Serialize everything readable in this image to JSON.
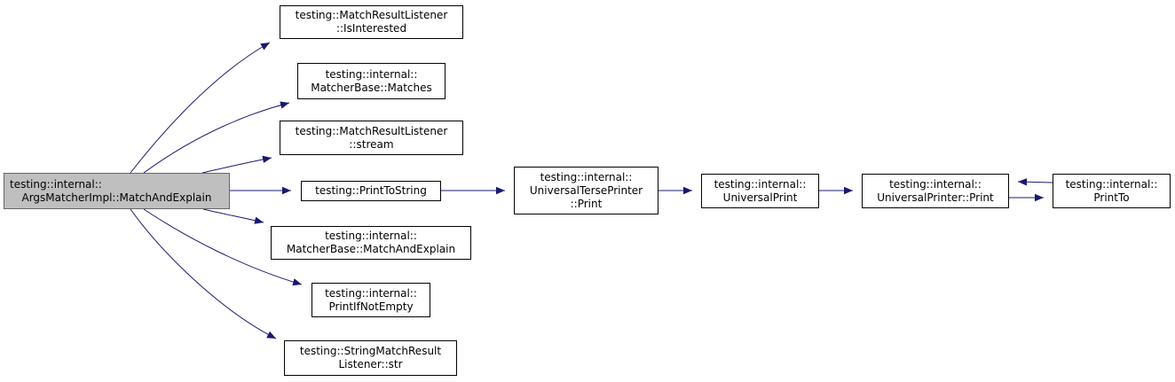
{
  "colors": {
    "edge": "#191970",
    "node_border": "#000000",
    "root_fill": "#bfbfbf"
  },
  "nodes": [
    {
      "id": "root",
      "lines": [
        "testing::internal::",
        "ArgsMatcherImpl::MatchAndExplain"
      ],
      "is_root": true
    },
    {
      "id": "is-interested",
      "lines": [
        "testing::MatchResultListener",
        "::IsInterested"
      ]
    },
    {
      "id": "matches",
      "lines": [
        "testing::internal::",
        "MatcherBase::Matches"
      ]
    },
    {
      "id": "stream",
      "lines": [
        "testing::MatchResultListener",
        "::stream"
      ]
    },
    {
      "id": "print-to-string",
      "lines": [
        "testing::PrintToString"
      ]
    },
    {
      "id": "match-and-explain",
      "lines": [
        "testing::internal::",
        "MatcherBase::MatchAndExplain"
      ]
    },
    {
      "id": "print-if-not-empty",
      "lines": [
        "testing::internal::",
        "PrintIfNotEmpty"
      ]
    },
    {
      "id": "str",
      "lines": [
        "testing::StringMatchResult",
        "Listener::str"
      ]
    },
    {
      "id": "universal-terse-printer-print",
      "lines": [
        "testing::internal::",
        "UniversalTersePrinter",
        "::Print"
      ]
    },
    {
      "id": "universal-print",
      "lines": [
        "testing::internal::",
        "UniversalPrint"
      ]
    },
    {
      "id": "universal-printer-print",
      "lines": [
        "testing::internal::",
        "UniversalPrinter::Print"
      ]
    },
    {
      "id": "print-to",
      "lines": [
        "testing::internal::",
        "PrintTo"
      ]
    }
  ],
  "edges": [
    {
      "from": "root",
      "to": "is-interested"
    },
    {
      "from": "root",
      "to": "matches"
    },
    {
      "from": "root",
      "to": "stream"
    },
    {
      "from": "root",
      "to": "print-to-string"
    },
    {
      "from": "root",
      "to": "match-and-explain"
    },
    {
      "from": "root",
      "to": "print-if-not-empty"
    },
    {
      "from": "root",
      "to": "str"
    },
    {
      "from": "print-to-string",
      "to": "universal-terse-printer-print"
    },
    {
      "from": "universal-terse-printer-print",
      "to": "universal-print"
    },
    {
      "from": "universal-print",
      "to": "universal-printer-print"
    },
    {
      "from": "universal-printer-print",
      "to": "print-to"
    },
    {
      "from": "print-to",
      "to": "universal-printer-print"
    }
  ]
}
